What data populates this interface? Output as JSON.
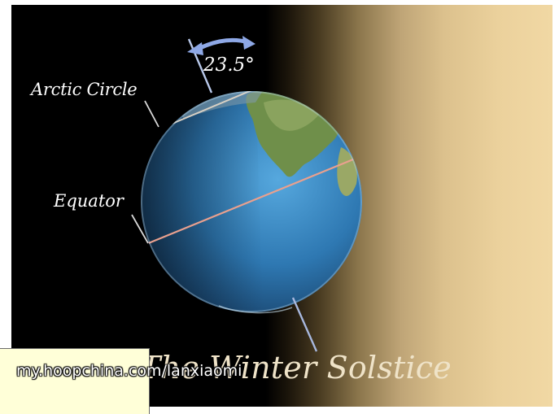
{
  "diagram": {
    "labels": {
      "arctic_circle": "Arctic Circle",
      "equator": "Equator",
      "tilt_angle": "23.5°"
    },
    "title": "The Winter Solstice",
    "watermark": "my.hoopchina.com/lanxiaomi"
  },
  "colors": {
    "space": "#000000",
    "sunlight": "#f1d8a4",
    "ocean": "#2f7fb8",
    "equator_line": "#e9a08e",
    "axis_line": "#b8c8ea",
    "angle_arrow": "#8ea8e6"
  }
}
